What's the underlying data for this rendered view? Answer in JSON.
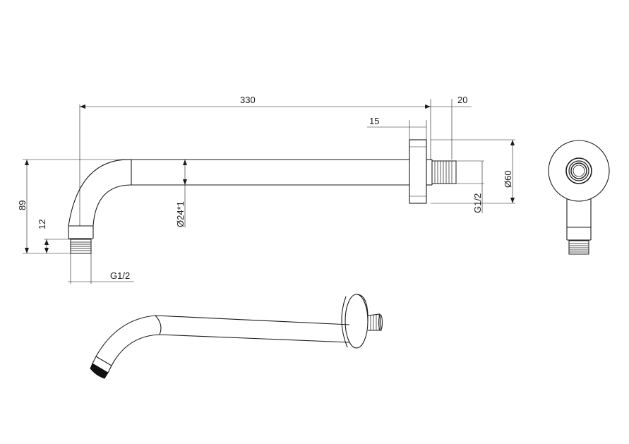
{
  "drawing": {
    "dims": {
      "overall_length": "330",
      "flange_offset": "20",
      "flange_thickness": "15",
      "overall_height": "89",
      "outlet_length": "12",
      "pipe_diameter": "Ø24*1",
      "flange_diameter": "Ø60",
      "outlet_thread": "G1/2",
      "inlet_thread": "G1/2"
    }
  }
}
